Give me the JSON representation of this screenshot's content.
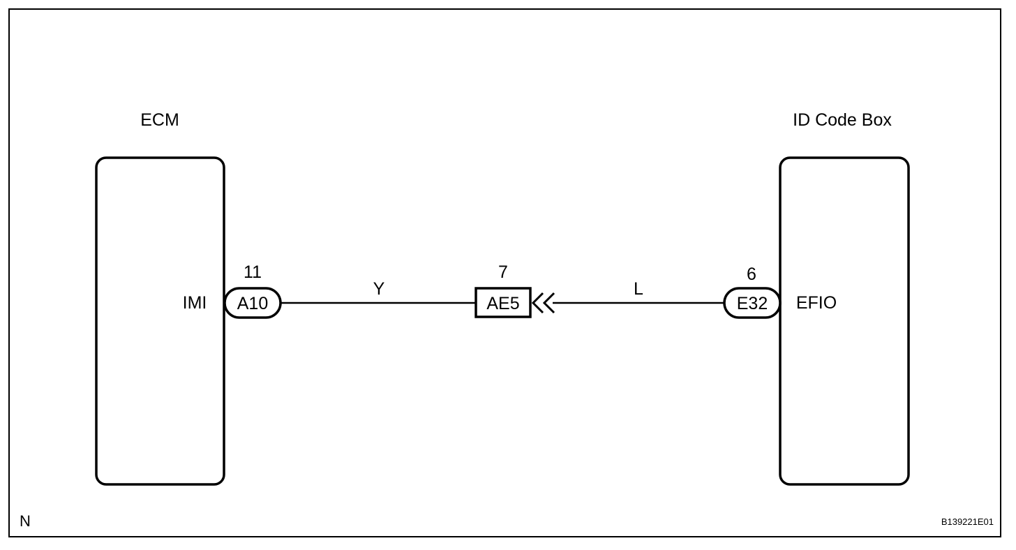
{
  "diagram": {
    "ecm": {
      "title": "ECM",
      "terminal": "IMI",
      "connector": "A10",
      "pin": "11"
    },
    "id_code_box": {
      "title": "ID Code Box",
      "terminal": "EFIO",
      "connector": "E32",
      "pin": "6"
    },
    "junction": {
      "connector": "AE5",
      "pin": "7"
    },
    "wires": {
      "left_color": "Y",
      "right_color": "L"
    },
    "corner_label": "N",
    "figure_id": "B139221E01",
    "colors": {
      "line": "#000000",
      "background": "#ffffff"
    }
  }
}
